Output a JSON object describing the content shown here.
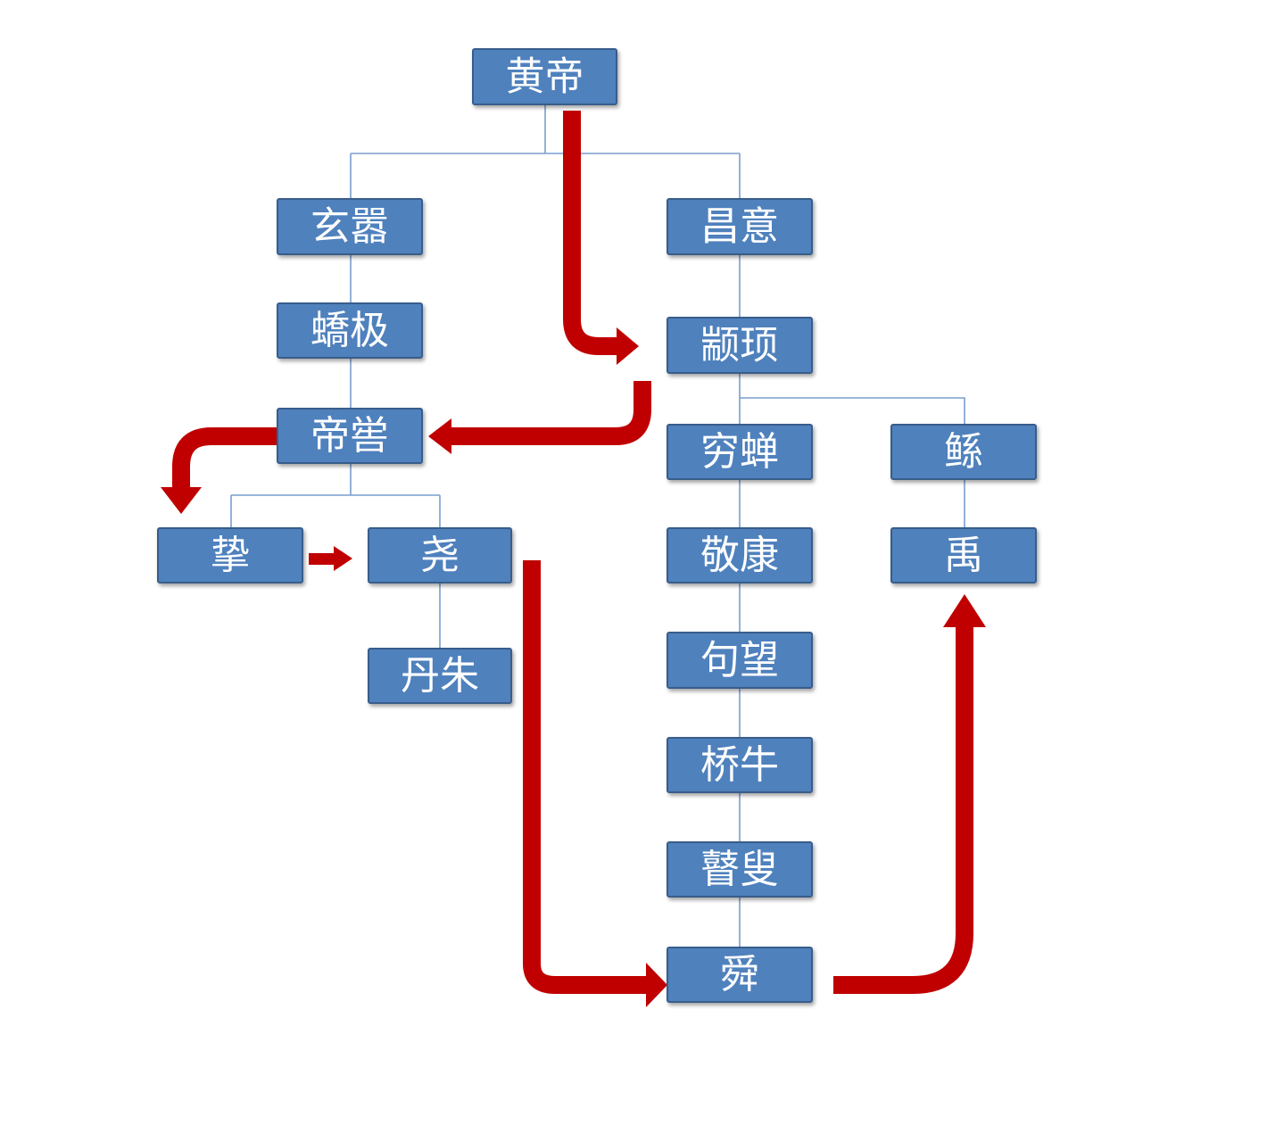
{
  "diagram": {
    "colors": {
      "node_fill": "#4f81bd",
      "node_border": "#385d8a",
      "node_text": "#ffffff",
      "tree_line": "#7a9ecf",
      "succession_arrow": "#c00000"
    },
    "nodes": {
      "huangdi": "黄帝",
      "xuanxiao": "玄嚣",
      "changyi": "昌意",
      "jiaoji": "蟜极",
      "zhuanxu": "颛顼",
      "diku": "帝喾",
      "qiongchan": "穷蝉",
      "gun": "鲧",
      "zhi": "挚",
      "yao": "尧",
      "jingkang": "敬康",
      "yu": "禹",
      "danzhu": "丹朱",
      "juwang": "句望",
      "qiaoniu": "桥牛",
      "gusou": "瞽叟",
      "shun": "舜"
    },
    "lineage": [
      [
        "huangdi",
        "xuanxiao"
      ],
      [
        "huangdi",
        "changyi"
      ],
      [
        "xuanxiao",
        "jiaoji"
      ],
      [
        "jiaoji",
        "diku"
      ],
      [
        "changyi",
        "zhuanxu"
      ],
      [
        "zhuanxu",
        "qiongchan"
      ],
      [
        "zhuanxu",
        "gun"
      ],
      [
        "diku",
        "zhi"
      ],
      [
        "diku",
        "yao"
      ],
      [
        "yao",
        "danzhu"
      ],
      [
        "qiongchan",
        "jingkang"
      ],
      [
        "jingkang",
        "juwang"
      ],
      [
        "juwang",
        "qiaoniu"
      ],
      [
        "qiaoniu",
        "gusou"
      ],
      [
        "gusou",
        "shun"
      ],
      [
        "gun",
        "yu"
      ]
    ],
    "succession": [
      [
        "huangdi",
        "zhuanxu"
      ],
      [
        "zhuanxu",
        "diku"
      ],
      [
        "diku",
        "zhi"
      ],
      [
        "zhi",
        "yao"
      ],
      [
        "yao",
        "shun"
      ],
      [
        "shun",
        "yu"
      ]
    ]
  }
}
